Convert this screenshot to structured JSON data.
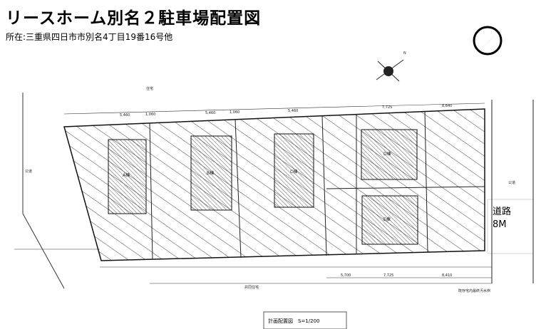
{
  "title": "リースホーム別名２駐車場配置図",
  "address": "所在:三重県四日市市別名4丁目19番16号他",
  "road": {
    "name": "道路",
    "width": "8M"
  },
  "scale_label": "計画配置図　S=1/200",
  "lots": [
    {
      "id": "A",
      "label": "A棟"
    },
    {
      "id": "B",
      "label": "B棟"
    },
    {
      "id": "C",
      "label": "C棟"
    },
    {
      "id": "D",
      "label": "D棟"
    },
    {
      "id": "E",
      "label": "E棟"
    }
  ],
  "notes": {
    "top_neighbor": "住宅",
    "bottom_neighbor": "共同住宅",
    "left_road": "公道",
    "right_road": "公道",
    "bottom_note": "既存宅内最終汚水桝"
  },
  "dims": {
    "top": [
      "5,460",
      "1,060",
      "5,460",
      "1,060",
      "5,460",
      "7,725",
      "8,640"
    ],
    "bottom": [
      "5,700",
      "7,725",
      "8,410"
    ]
  },
  "compass": {
    "color": "#e21b1b"
  }
}
